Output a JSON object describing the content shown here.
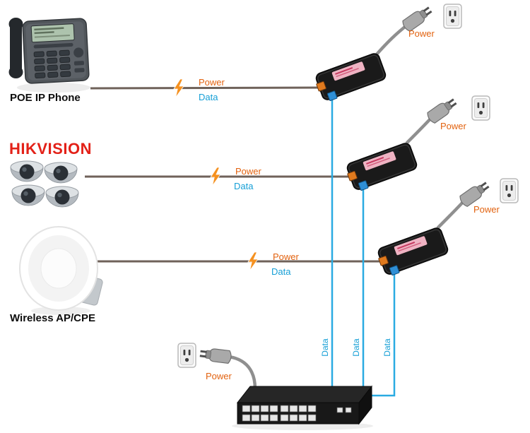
{
  "labels": {
    "power": "Power",
    "data": "Data"
  },
  "devices": {
    "phone": "POE IP Phone",
    "camera_brand": "HIKVISION",
    "ap": "Wireless AP/CPE"
  },
  "colors": {
    "power_text": "#e2620f",
    "data_text": "#159fd6",
    "power_line": "#6f625a",
    "data_line": "#2aabe2",
    "bolt": "#f59120",
    "hikvision_red": "#e32118"
  },
  "connections": [
    {
      "from": "POE IP Phone",
      "via": "PoE injector 1",
      "to": "network switch",
      "carries": [
        "Power",
        "Data"
      ]
    },
    {
      "from": "HIKVISION cameras",
      "via": "PoE injector 2",
      "to": "network switch",
      "carries": [
        "Power",
        "Data"
      ]
    },
    {
      "from": "Wireless AP/CPE",
      "via": "PoE injector 3",
      "to": "network switch",
      "carries": [
        "Power",
        "Data"
      ]
    }
  ]
}
